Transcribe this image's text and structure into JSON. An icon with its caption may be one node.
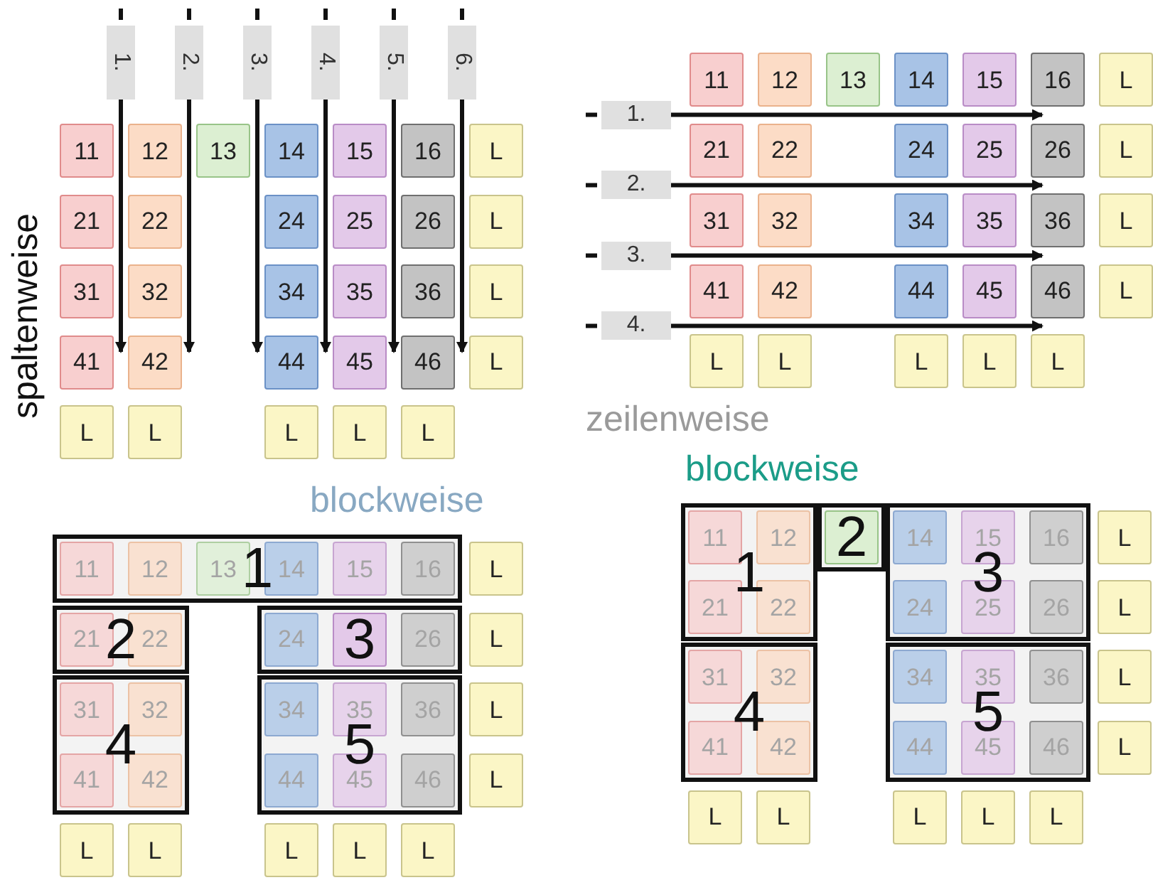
{
  "diagram": {
    "nodes": [
      {
        "text": [
          "1."
        ]
      },
      {
        "text": [
          "2."
        ]
      },
      {
        "text": [
          "3."
        ]
      },
      {
        "text": [
          "4."
        ]
      },
      {
        "text": [
          "5."
        ]
      },
      {
        "text": [
          "6."
        ]
      },
      {
        "text": [
          "11"
        ]
      },
      {
        "text": [
          "12"
        ]
      },
      {
        "text": [
          "13"
        ]
      },
      {
        "text": [
          "14"
        ]
      },
      {
        "text": [
          "15"
        ]
      },
      {
        "text": [
          "16"
        ]
      },
      {
        "text": [
          "L"
        ]
      },
      {
        "text": [
          "21"
        ]
      },
      {
        "text": [
          "22"
        ]
      },
      {
        "text": [
          "24"
        ]
      },
      {
        "text": [
          "25"
        ]
      },
      {
        "text": [
          "26"
        ]
      },
      {
        "text": [
          "L"
        ]
      },
      {
        "text": [
          "31"
        ]
      },
      {
        "text": [
          "32"
        ]
      },
      {
        "text": [
          "34"
        ]
      },
      {
        "text": [
          "35"
        ]
      },
      {
        "text": [
          "36"
        ]
      },
      {
        "text": [
          "L"
        ]
      },
      {
        "text": [
          "41"
        ]
      },
      {
        "text": [
          "42"
        ]
      },
      {
        "text": [
          "44"
        ]
      },
      {
        "text": [
          "45"
        ]
      },
      {
        "text": [
          "46"
        ]
      },
      {
        "text": [
          "L"
        ]
      },
      {
        "text": [
          "L"
        ]
      },
      {
        "text": [
          "L"
        ]
      },
      {
        "text": [
          "L"
        ]
      },
      {
        "text": [
          "L"
        ]
      },
      {
        "text": [
          "L"
        ]
      },
      {
        "text": [
          "1."
        ]
      },
      {
        "text": [
          "2."
        ]
      },
      {
        "text": [
          "3."
        ]
      },
      {
        "text": [
          "4."
        ]
      },
      {
        "text": [
          "11"
        ]
      },
      {
        "text": [
          "12"
        ]
      },
      {
        "text": [
          "13"
        ]
      },
      {
        "text": [
          "14"
        ]
      },
      {
        "text": [
          "15"
        ]
      },
      {
        "text": [
          "16"
        ]
      },
      {
        "text": [
          "L"
        ]
      },
      {
        "text": [
          "21"
        ]
      },
      {
        "text": [
          "22"
        ]
      },
      {
        "text": [
          "24"
        ]
      },
      {
        "text": [
          "25"
        ]
      },
      {
        "text": [
          "26"
        ]
      },
      {
        "text": [
          "L"
        ]
      },
      {
        "text": [
          "31"
        ]
      },
      {
        "text": [
          "32"
        ]
      },
      {
        "text": [
          "34"
        ]
      },
      {
        "text": [
          "35"
        ]
      },
      {
        "text": [
          "36"
        ]
      },
      {
        "text": [
          "L"
        ]
      },
      {
        "text": [
          "41"
        ]
      },
      {
        "text": [
          "42"
        ]
      },
      {
        "text": [
          "44"
        ]
      },
      {
        "text": [
          "45"
        ]
      },
      {
        "text": [
          "46"
        ]
      },
      {
        "text": [
          "L"
        ]
      },
      {
        "text": [
          "L"
        ]
      },
      {
        "text": [
          "L"
        ]
      },
      {
        "text": [
          "L"
        ]
      },
      {
        "text": [
          "L"
        ]
      },
      {
        "text": [
          "L"
        ]
      },
      {
        "text": [
          "1"
        ]
      },
      {
        "text": [
          "11"
        ],
        "in": 70
      },
      {
        "text": [
          "12"
        ],
        "in": 70
      },
      {
        "text": [
          "13"
        ],
        "in": 70
      },
      {
        "text": [
          "14"
        ],
        "in": 70
      },
      {
        "text": [
          "15"
        ],
        "in": 70
      },
      {
        "text": [
          "16"
        ],
        "in": 70
      },
      {
        "text": [
          "L"
        ]
      },
      {
        "text": [
          "2"
        ]
      },
      {
        "text": [
          "21"
        ],
        "in": 78
      },
      {
        "text": [
          "22"
        ],
        "in": 78
      },
      {
        "text": [],
        "shape": "box"
      },
      {
        "text": [
          "24"
        ],
        "in": 81
      },
      {
        "text": [
          "3"
        ],
        "in": 81
      },
      {
        "text": [
          "26"
        ],
        "in": 81
      },
      {
        "text": [
          "L"
        ]
      },
      {
        "text": [
          "4"
        ]
      },
      {
        "text": [
          "31"
        ],
        "in": 86
      },
      {
        "text": [
          "32"
        ],
        "in": 86
      },
      {
        "text": [
          "41"
        ],
        "in": 86
      },
      {
        "text": [
          "42"
        ],
        "in": 86
      },
      {
        "text": [
          "5"
        ]
      },
      {
        "text": [
          "34"
        ],
        "in": 91
      },
      {
        "text": [
          "35"
        ],
        "in": 91
      },
      {
        "text": [
          "36"
        ],
        "in": 91
      },
      {
        "text": [
          "44"
        ],
        "in": 91
      },
      {
        "text": [
          "45"
        ],
        "in": 91
      },
      {
        "text": [
          "46"
        ],
        "in": 91
      },
      {
        "text": [
          "L"
        ]
      },
      {
        "text": [
          "L"
        ]
      },
      {
        "text": [
          "L"
        ]
      },
      {
        "text": [
          "L"
        ]
      },
      {
        "text": [
          "L"
        ]
      },
      {
        "text": [
          "L"
        ]
      },
      {
        "text": [
          "L"
        ]
      },
      {
        "text": [
          "1"
        ]
      },
      {
        "text": [
          "11"
        ],
        "in": 105
      },
      {
        "text": [
          "12"
        ],
        "in": 105
      },
      {
        "text": [
          "21"
        ],
        "in": 105
      },
      {
        "text": [
          "22"
        ],
        "in": 105
      },
      {
        "text": [],
        "shape": "box"
      },
      {
        "text": [
          "2"
        ],
        "in": 110
      },
      {
        "text": [
          "3"
        ]
      },
      {
        "text": [
          "14"
        ],
        "in": 112
      },
      {
        "text": [
          "15"
        ],
        "in": 112
      },
      {
        "text": [
          "16"
        ],
        "in": 112
      },
      {
        "text": [
          "24"
        ],
        "in": 112
      },
      {
        "text": [
          "25"
        ],
        "in": 112
      },
      {
        "text": [
          "26"
        ],
        "in": 112
      },
      {
        "text": [
          "L"
        ]
      },
      {
        "text": [
          "L"
        ]
      },
      {
        "text": [
          "4"
        ]
      },
      {
        "text": [
          "31"
        ],
        "in": 121
      },
      {
        "text": [
          "32"
        ],
        "in": 121
      },
      {
        "text": [
          "41"
        ],
        "in": 121
      },
      {
        "text": [
          "42"
        ],
        "in": 121
      },
      {
        "text": [
          "5"
        ]
      },
      {
        "text": [
          "34"
        ],
        "in": 126
      },
      {
        "text": [
          "35"
        ],
        "in": 126
      },
      {
        "text": [
          "36"
        ],
        "in": 126
      },
      {
        "text": [
          "44"
        ],
        "in": 126
      },
      {
        "text": [
          "45"
        ],
        "in": 126
      },
      {
        "text": [
          "46"
        ],
        "in": 126
      },
      {
        "text": [
          "L"
        ]
      },
      {
        "text": [
          "L"
        ]
      },
      {
        "text": [
          "L"
        ]
      },
      {
        "text": [
          "L"
        ]
      },
      {
        "text": [
          "L"
        ]
      },
      {
        "text": [
          "L"
        ]
      },
      {
        "text": [
          "L"
        ]
      }
    ],
    "edges": [
      {
        "from": 0,
        "to": 25,
        "arrow": "to"
      },
      {
        "from": 1,
        "to": 26,
        "arrow": "to"
      },
      {
        "from": 2,
        "to": 27,
        "arrow": "to"
      },
      {
        "from": 3,
        "to": 27,
        "arrow": "to"
      },
      {
        "from": 4,
        "to": 28,
        "arrow": "to"
      },
      {
        "from": 5,
        "to": 29,
        "arrow": "to"
      },
      {
        "from": 36,
        "to": 44,
        "arrow": "to"
      },
      {
        "from": 37,
        "to": 50,
        "arrow": "to"
      },
      {
        "from": 38,
        "to": 56,
        "arrow": "to"
      },
      {
        "from": 39,
        "to": 62,
        "arrow": "to"
      }
    ],
    "labels": [
      "spaltenweise",
      "zeilenweise",
      "blockweise",
      "blockweise"
    ]
  }
}
